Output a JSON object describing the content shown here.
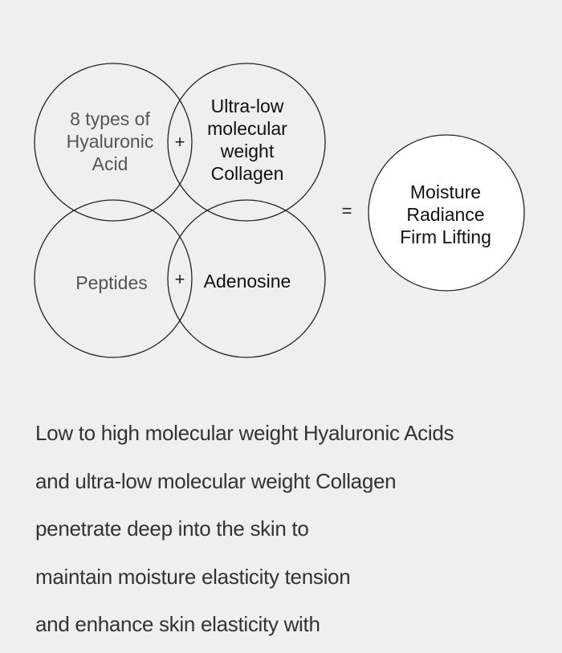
{
  "diagram": {
    "ingredients": [
      {
        "id": "hyaluronic",
        "text": "8 types of\nHyaluronic\nAcid",
        "color": "#555555"
      },
      {
        "id": "collagen",
        "text": "Ultra-low\nmolecular\nweight\nCollagen",
        "color": "#111111"
      },
      {
        "id": "peptides",
        "text": "Peptides",
        "color": "#555555"
      },
      {
        "id": "adenosine",
        "text": "Adenosine",
        "color": "#111111"
      }
    ],
    "plus_top": "+",
    "plus_bottom": "+",
    "equals": "=",
    "result": "Moisture\nRadiance\nFirm Lifting",
    "stroke_color": "#222222",
    "result_fill": "#ffffff"
  },
  "body": {
    "lines": [
      "Low to high molecular weight Hyaluronic Acids",
      "and ultra-low molecular weight Collagen",
      "penetrate deep into the skin to",
      "maintain moisture elasticity tension",
      "and enhance skin elasticity with"
    ]
  }
}
